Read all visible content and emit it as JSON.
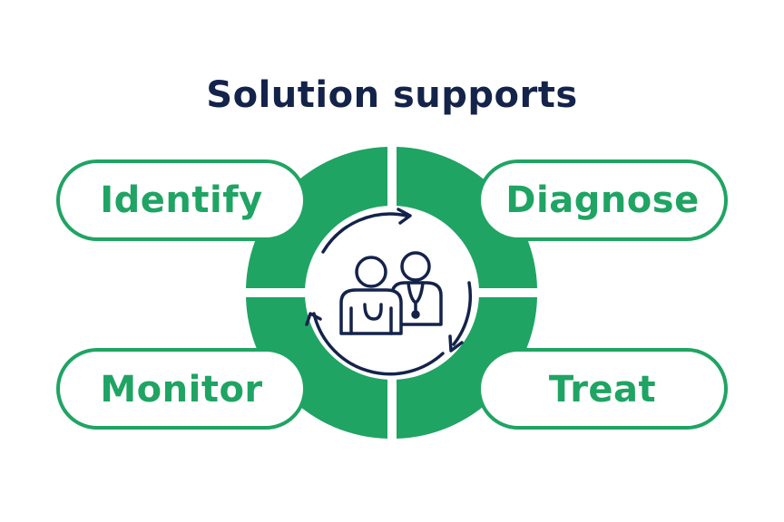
{
  "title": "Solution supports",
  "stages": {
    "identify": "Identify",
    "diagnose": "Diagnose",
    "monitor": "Monitor",
    "treat": "Treat"
  },
  "colors": {
    "green": "#1fa463",
    "navy": "#14234a",
    "white": "#ffffff"
  },
  "center_icon": "patient-and-doctor-icon"
}
